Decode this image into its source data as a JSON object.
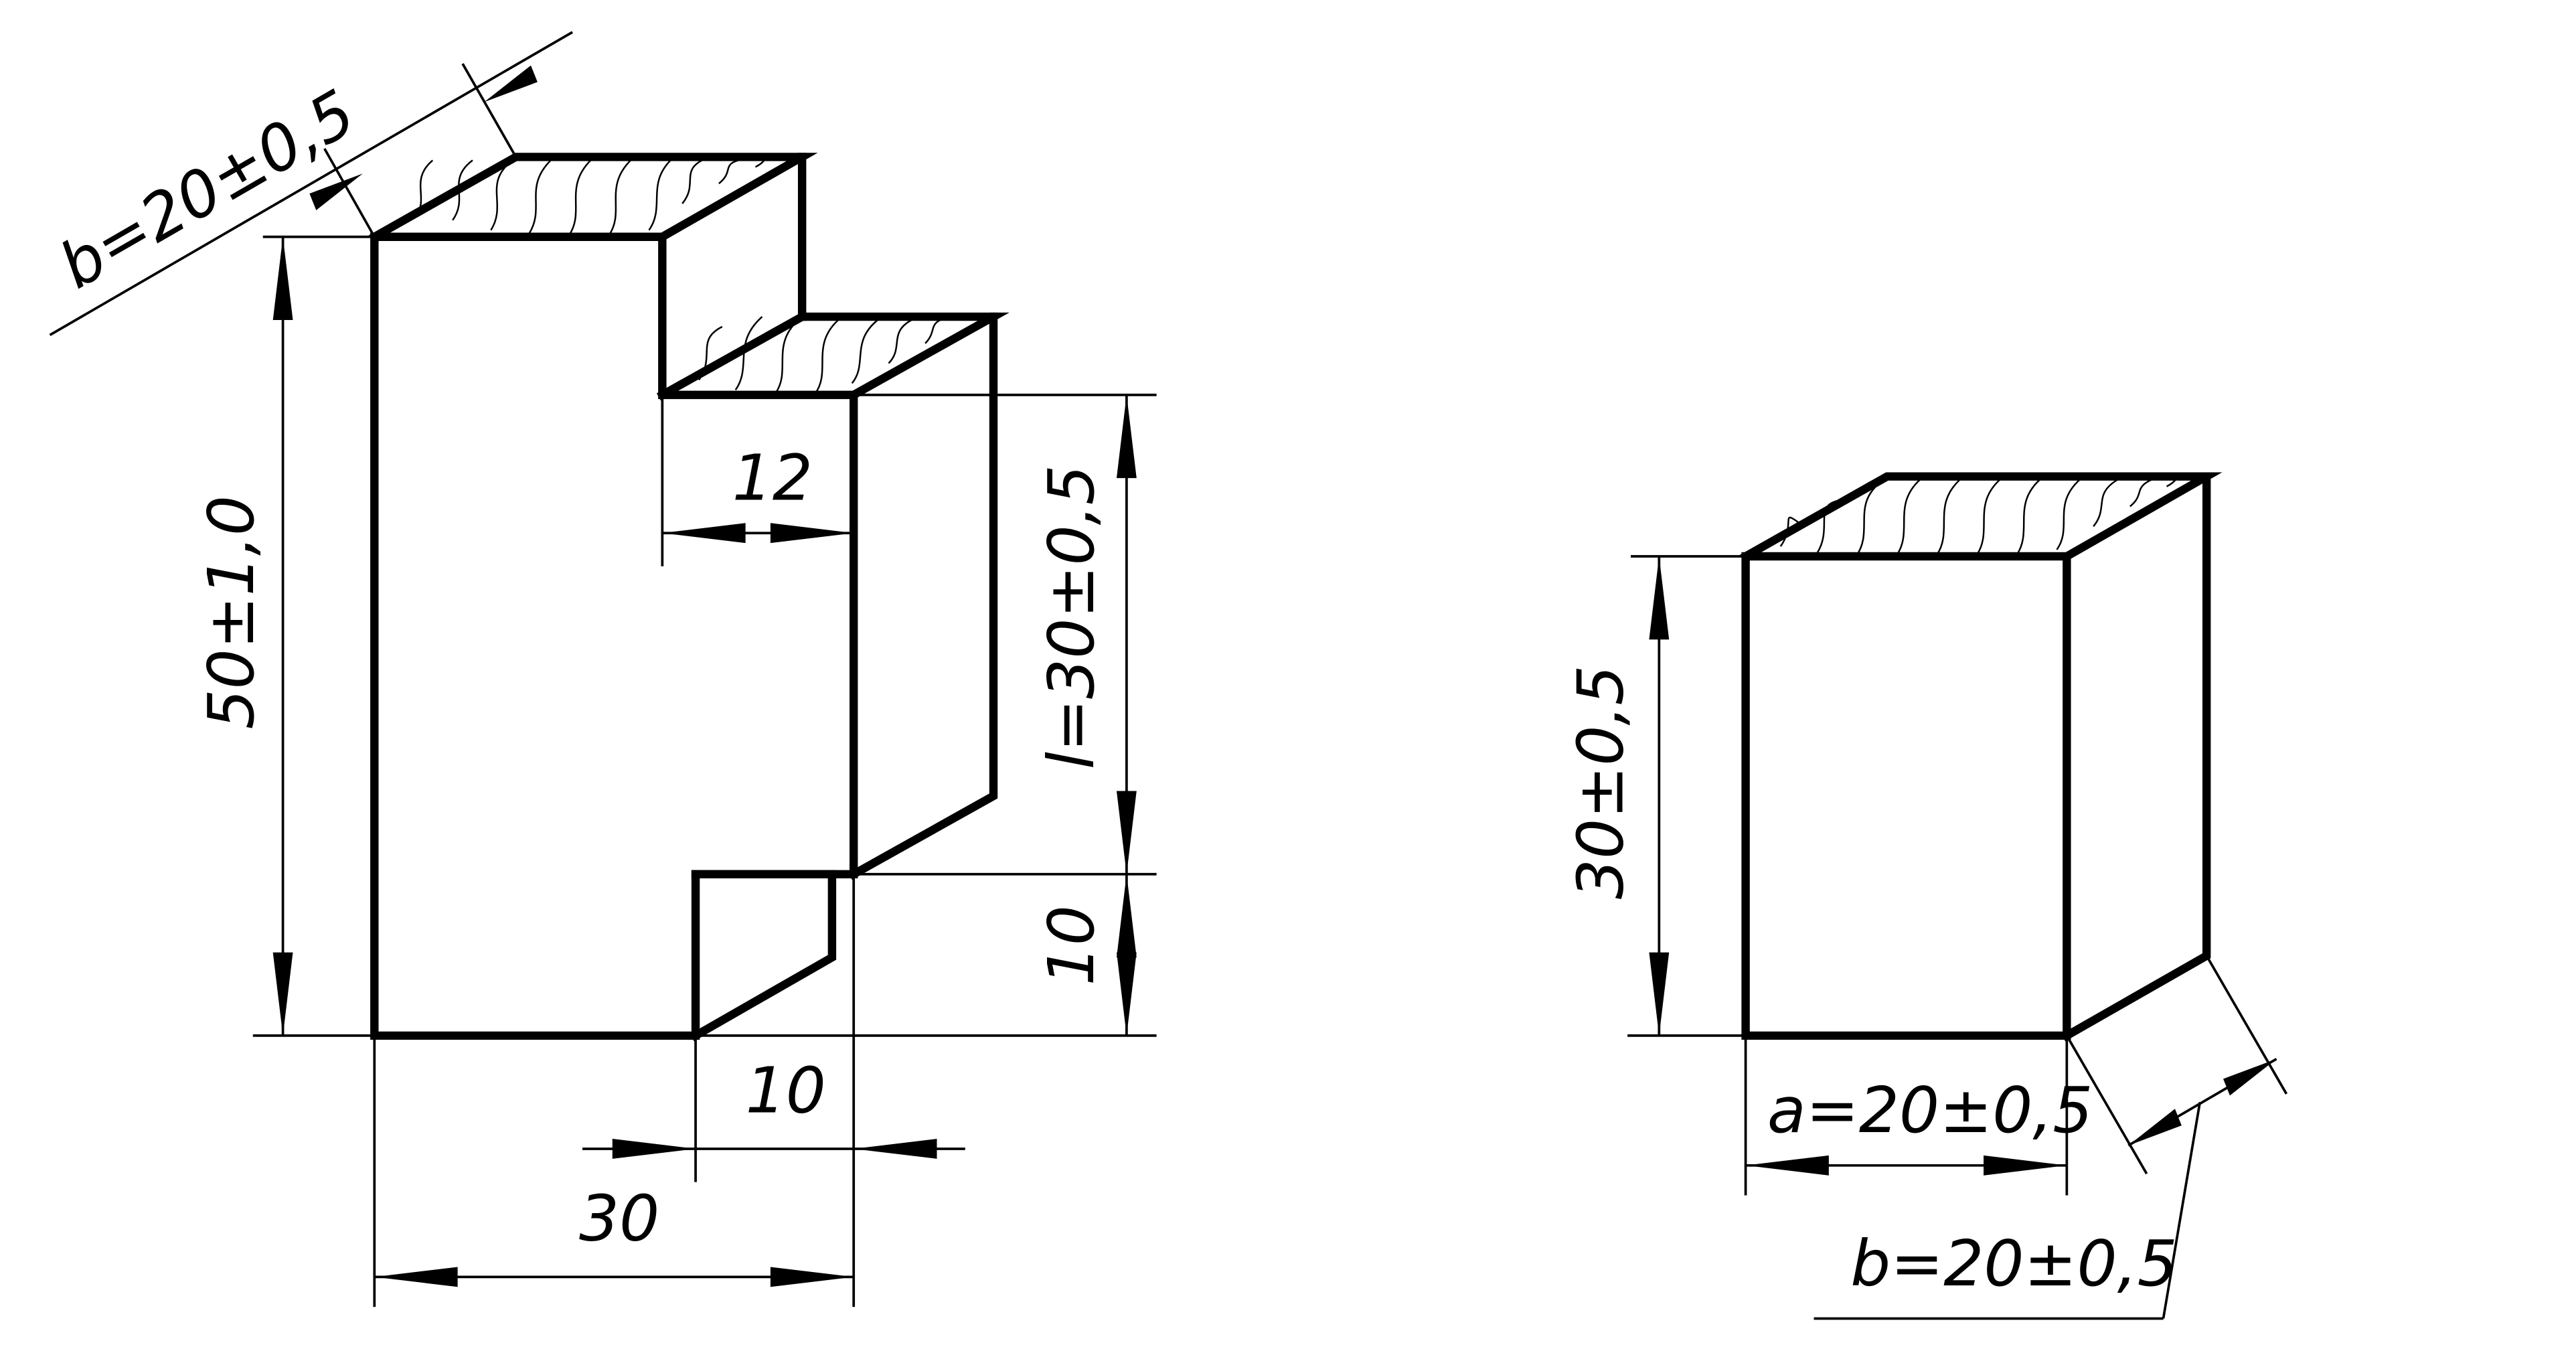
{
  "diagram": {
    "left_part": {
      "width_label": "b=20±0,5",
      "height_label": "50±1,0",
      "length_label": "l=30±0,5",
      "tenon_label": "12",
      "bottom_height_label": "10",
      "bottom_width_label": "10",
      "total_width_label": "30"
    },
    "right_part": {
      "height_label": "30±0,5",
      "front_width_label": "a=20±0,5",
      "depth_label": "b=20±0,5"
    }
  }
}
